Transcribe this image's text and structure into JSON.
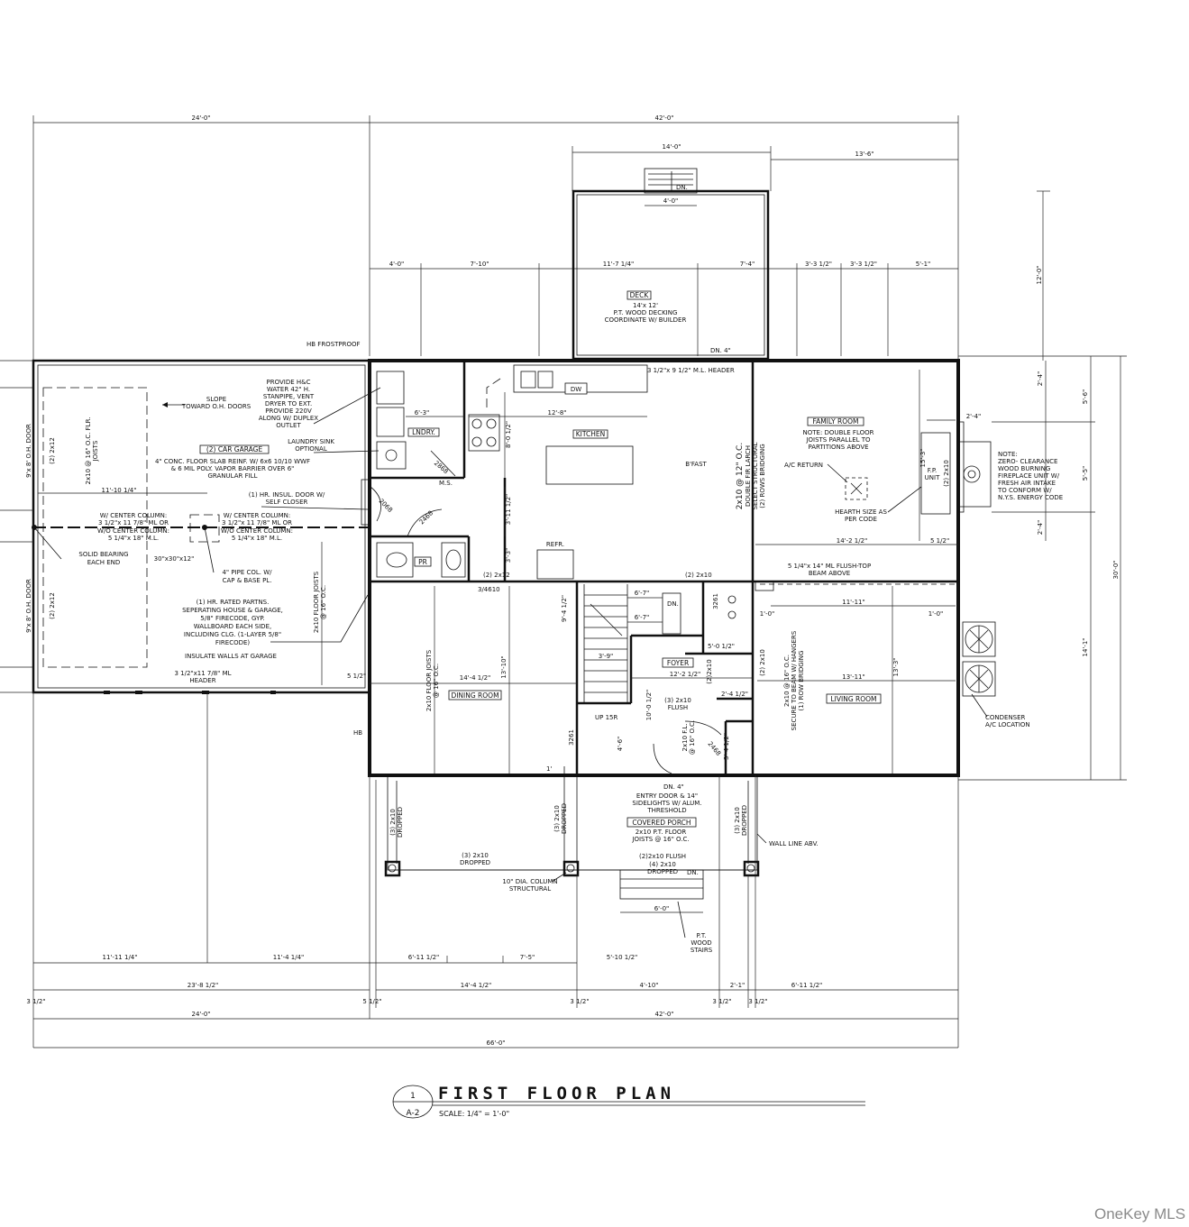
{
  "drawing": {
    "title": "FIRST FLOOR PLAN",
    "scale": "SCALE: 1/4\" = 1'-0\"",
    "sheet": "A-2",
    "detail_number": "1"
  },
  "watermark": "OneKey MLS",
  "rooms": {
    "garage": "(2) CAR GARAGE",
    "laundry": "LNDRY.",
    "kitchen": "KITCHEN",
    "bfast": "B'FAST",
    "family": "FAMILY ROOM",
    "dining": "DINING ROOM",
    "living": "LIVING ROOM",
    "foyer": "FOYER",
    "powder": "PR",
    "deck": "DECK",
    "porch": "COVERED PORCH"
  },
  "dims_top": {
    "garage_width": "24'-0\"",
    "house_width": "42'-0\"",
    "deck_width": "14'-0\"",
    "deck_offset": "13'-6\"",
    "step_width": "4'-0\"",
    "deck_depth": "12'-0\"",
    "seg": [
      "4'-0\"",
      "7'-10\"",
      "11'-7 1/4\"",
      "7'-4\"",
      "3'-3 1/2\"",
      "3'-3 1/2\"",
      "5'-1\""
    ]
  },
  "dims_bottom": {
    "row1": [
      "11'-11 1/4\"",
      "11'-4 1/4\"",
      "6'-11 1/2\"",
      "7'-5\"",
      "5'-10 1/2\""
    ],
    "row2": [
      "23'-8 1/2\"",
      "14'-4 1/2\"",
      "4'-10\"",
      "2'-1\"",
      "6'-11 1/2\""
    ],
    "row3": [
      "3 1/2\"",
      "5 1/2\"",
      "3 1/2\"",
      "3 1/2\"",
      "3 1/2\""
    ],
    "total_garage": "24'-0\"",
    "total_house": "42'-0\"",
    "total": "66'-0\"",
    "stair_width": "6'-0\""
  },
  "dims_right": {
    "d1": "2'-4\"",
    "d2": "5'-6\"",
    "d3": "5'-5\"",
    "d4": "2'-4\"",
    "total": "30'-0\"",
    "d5": "14'-1\""
  },
  "dims_interior": {
    "laundry_w": "6'-3\"",
    "kitchen_w": "12'-8\"",
    "kitchen_d": "8'-0 1/2\"",
    "bfast_d": "3'-11 1/2\"",
    "pr_d": "3'-3\"",
    "family_w": "14'-2 1/2\"",
    "family_d": "15'-3\"",
    "fp_off": "5 1/2\"",
    "garage_col": "11'-10 1/4\"",
    "dining_w": "14'-4 1/2\"",
    "dining_d": "13'-10\"",
    "stair_a": "6'-7\"",
    "stair_b": "6'-7\"",
    "stair_c": "3'-9\"",
    "stair_d": "9'-4 1/2\"",
    "foyer_w": "12'-2 1/2\"",
    "foyer_a": "5'-0 1/2\"",
    "foyer_d": "10'-0 1/2\"",
    "hall_d": "4'-6\"",
    "closet_w": "2'-4 1/2\"",
    "closet_d": "3'-4 1/2\"",
    "living_w": "13'-11\"",
    "living_w2": "11'-11\"",
    "living_d": "13'-3\"",
    "living_off": "1'-0\"",
    "living_off2": "1'-0\"",
    "garage_side": "5 1/2\"",
    "porch_seg": "1'"
  },
  "notes": {
    "hb_frostproof": "HB FROSTPROOF",
    "hb": "HB",
    "deck": [
      "14'x 12'",
      "P.T. WOOD DECKING",
      "COORDINATE W/ BUILDER"
    ],
    "dn": "DN.",
    "dn4": "DN. 4\"",
    "header": "3 1/2\"x 9 1/2\" M.L. HEADER",
    "provide_hc": [
      "PROVIDE H&C",
      "WATER 42\" H.",
      "STANPIPE, VENT",
      "DRYER TO EXT.",
      "PROVIDE 220V",
      "ALONG W/ DUPLEX",
      "OUTLET"
    ],
    "slope": [
      "SLOPE",
      "TOWARD O.H. DOORS"
    ],
    "laundry_sink": [
      "LAUNDRY SINK",
      "OPTIONAL"
    ],
    "slab": [
      "4\" CONC. FLOOR SLAB REINF. W/ 6x6 10/10 WWF",
      "& 6 MIL POLY. VAPOR BARRIER OVER 6\"",
      "GRANULAR FILL"
    ],
    "garage_joists": [
      "2x10 @ 16\" O.C. FLR.",
      "JOISTS"
    ],
    "ohdoor1": "9'x 8' O.H. DOOR",
    "ohdoor2": "9'x 8' O.H. DOOR",
    "header_2x12_a": "(2) 2x12",
    "header_2x12_b": "(2) 2x12",
    "fire_door": [
      "(1) HR. INSUL. DOOR W/",
      "SELF CLOSER"
    ],
    "col_a": [
      "W/ CENTER COLUMN:",
      "3 1/2\"x 11 7/8\" ML OR",
      "W/O CENTER COLUMN:",
      "5 1/4\"x 18\" M.L."
    ],
    "col_b": [
      "W/ CENTER COLUMN:",
      "3 1/2\"x 11 7/8\" ML OR",
      "W/O CENTER COLUMN:",
      "5 1/4\"x 18\" M.L."
    ],
    "solid_bearing": [
      "SOLID BEARING",
      "EACH END"
    ],
    "footing": "30\"x30\"x12\"",
    "pipe_col": [
      "4\" PIPE COL. W/",
      "CAP & BASE PL."
    ],
    "rated_parts": [
      "(1) HR. RATED PARTNS.",
      "SEPERATING HOUSE & GARAGE,",
      "5/8\" FIRECODE, GYP.",
      "WALLBOARD EACH SIDE,",
      "INCLUDING CLG. (1-LAYER 5/8\"",
      "FIRECODE)"
    ],
    "insulate": "INSULATE WALLS AT GARAGE",
    "garage_header": [
      "3 1/2\"x11 7/8\" ML",
      "HEADER"
    ],
    "garage_floor_joists": [
      "2x10 FLOOR JOISTS",
      "@ 16\" O.C."
    ],
    "dw": "DW",
    "refr": "REFR.",
    "ms": "M.S.",
    "door_2868_a": "2868",
    "door_2068": "2068",
    "door_2468_a": "2468",
    "door_2468_b": "2468",
    "kitchen_2x12": "(2) 2x12",
    "dining_3610": "3/4610",
    "kitchen_2x10": "(2) 2x10",
    "door_3261": "3261",
    "door_3261b": "3261",
    "joists_12": [
      "2x10 @ 12\" O.C.",
      "DOUBLE FIR LARCH",
      "SELECT STRUCTURAL",
      "(2) ROWS BRIDGING"
    ],
    "family_note": [
      "NOTE: DOUBLE FLOOR",
      "JOISTS PARALLEL TO",
      "PARTITIONS ABOVE"
    ],
    "ac_return": "A/C RETURN",
    "hearth": [
      "HEARTH SIZE AS",
      "PER CODE"
    ],
    "fp_unit": [
      "F.P.",
      "UNIT"
    ],
    "fp_2x10": "(2) 2x10",
    "fp_note": [
      "NOTE:",
      "ZERO- CLEARANCE",
      "WOOD BURNING",
      "FIREPLACE UNIT W/",
      "FRESH AIR INTAKE",
      "TO CONFORM W/",
      "N.Y.S. ENERGY CODE"
    ],
    "flush_beam": [
      "5 1/4\"x 14\" ML FLUSH-TOP",
      "BEAM ABOVE"
    ],
    "dining_joists": [
      "2x10 FLOOR JOISTS",
      "@ 16\" O.C."
    ],
    "living_joists": [
      "2x10 @ 16\" O.C.",
      "SECURE TO BEAM W/ HANGERS",
      "(1) ROW BRIDGING"
    ],
    "condenser": [
      "CONDENSER",
      "A/C LOCATION"
    ],
    "up": "UP 15R",
    "flush_3": [
      "(3) 2x10",
      "FLUSH"
    ],
    "fl_joists": [
      "2x10 F.L.",
      "@ 16\" O.C."
    ],
    "dbl_2x10": "(2)2x10",
    "dbl_2x10b": "(2) 2x10",
    "entry": [
      "ENTRY DOOR & 14\"",
      "SIDELIGHTS W/ ALUM.",
      "THRESHOLD"
    ],
    "porch_joists": [
      "2x10 P.T. FLOOR",
      "JOISTS @ 16\" O.C."
    ],
    "dropped_a": [
      "(3) 2x10",
      "DROPPED"
    ],
    "dropped_b": [
      "(3) 2x10",
      "DROPPED"
    ],
    "dropped_c": [
      "(3) 2x10",
      "DROPPED"
    ],
    "dropped_d": [
      "(3) 2x10",
      "DROPPED"
    ],
    "flush_2": "(2)2x10 FLUSH",
    "dropped_e": [
      "(4) 2x10",
      "DROPPED"
    ],
    "column": [
      "10\" DIA. COLUMN",
      "STRUCTURAL"
    ],
    "wall_line": "WALL LINE ABV.",
    "pt_stairs": [
      "P.T.",
      "WOOD",
      "STAIRS"
    ]
  }
}
